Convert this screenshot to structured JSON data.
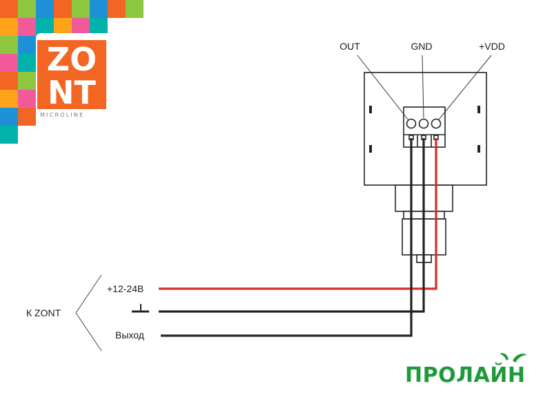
{
  "logo": {
    "text_line1": "ZO",
    "text_line2": "NT",
    "subtitle": "MICROLINE",
    "color_orange": "#f26522",
    "mosaic_colors": [
      "#f26522",
      "#f15a9a",
      "#8dc63f",
      "#00b2a9",
      "#1e90d6",
      "#ffa31a"
    ]
  },
  "sensor": {
    "pin_labels": [
      "OUT",
      "GND",
      "+VDD"
    ]
  },
  "connections": {
    "group_label": "К ZONT",
    "line_labels": [
      "+12-24В",
      "Выход"
    ],
    "ground_symbol": "ground-icon",
    "wire_colors": {
      "power": "#d92b2b",
      "ground": "#222222",
      "signal": "#222222"
    }
  },
  "brand": {
    "name": "ПРОЛАЙН",
    "color": "#1e9a3a"
  }
}
